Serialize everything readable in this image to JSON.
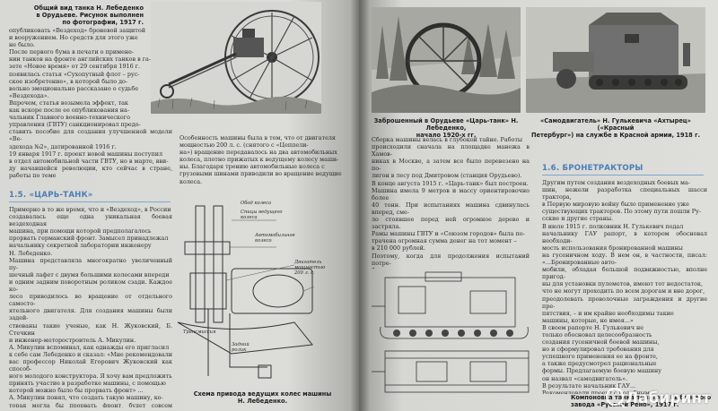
{
  "left": {
    "caption_top": "Общий вид танка Н. Лебеденко\nв Орудьеве. Рисунок выполнен\nпо фотографии, 1917 г.",
    "col1_top": "опубликовать «Вездеход» броневой защитой\nи вооружением. Но средств для этого уже\nне было.\n   После первого бума в печати о примене-\nнии танков на фронте английских танков в га-\nзете «Новое время» от 29 сентября 1916 г.\nпоявилась статья «Сухопутный флот – рус-\nское изобретение», в которой было до-\nвольно эмоционально рассказано о судьбе\n«Вездехода».\n   Впрочем, статья возымела эффект, так\nкак вскоре после ее опубликования на-\nчальник Главного военно-технического\nуправления (ГВТУ) санкционировал предо-\nставить пособие для создания улучшенной модели «Ве-\nздехода №2», датированной 1916 г.\n   19 января 1917 г. проект новой машины поступил\nв отдел автомобильной части ГВТУ, но в марте, вви-\nду начавшейся революции, кто сейчас в стране, работы по теме\nбыли прекращены.",
    "section_heading": "1.5. «ЦАРЬ-ТАНК»",
    "col1_bottom": "   Примерно в то же время, что и «Вездеход», в России\nсоздавалась еще одна уникальная боевая вездеходная\nмашина, при помощи которой предполагалось\nпрорвать германский фронт. Замысел принадлежал\nначальнику секретной лаборатории инженеру\nН. Лебеденко.\n   Машина представляла многократно увеличенный пу-\nшечный лафет с двумя большими колесами впереди\nи одним задним поворотным роликом сзади. Каждое ко-\nлесо приводилось во вращение от отдельного самосто-\nятельного двигателя. Для создания машины были задей-\nствованы такие ученые, как Н. Жуковский, Б. Стечкин\nи инженер-моторостроитель А. Микулин.\n   А. Микулин вспоминал, как однажды его пригласил\nк себе сам Лебеденко и сказал: «Мне рекомендовали\nвас профессор Николай Егорович Жуковский как способ-\nного молодого конструктора. Я хочу вам предложить\nпринять участие в разработке машины, с помощью\nкоторой можно было бы прорвать фронт» ...\n   А. Микулин понял, что создать такую машину, ко-\nторая могла бы прорвать фронт, будет совсем непросто.\nЛебеденко же предложил построить машину вроде\nтрехколесного велосипеда с двумя большими колесами...\n   При сравнении с пушкой оказалось, что кол-\nеса должны быть диаметром 9 м, иначе машина\nпросто не сможет преодолевать окопы. Было\nрешено, что колеса будут установлены на оси.\n   Н. Жуковский же расчет колес и машины, ра-\nботы по расчетам которого выполнил Стечкин.",
    "col2": "   Особенность машины была в том, что от двигателя\nмощностью 200 л. с. (снятого с «Цеппели-\nна») вращение передавалось на два автомобильных\nколеса, плотно прижатых к ведущему колесу маши-\nны. Благодаря трению автомобильные колеса с\nгрузовыми шинами приводили во вращение ведущие\nколеса.",
    "diagram_labels": {
      "rim": "Обод колеса",
      "spokes": "Спицы ведущего\nколеса",
      "tire": "Автомобильное\nколесо",
      "engine": "Двигатель\nмощностью\n200 л. с.",
      "chassis": "Трансмиссия",
      "tail": "Задний\nролик"
    },
    "caption_bottom": "Схема привода ведущих колес машины\nН. Лебеденко."
  },
  "right": {
    "photo1_caption": "Заброшенный в Орудьеве «Царь-танк» Н. Лебеденко,\nначало 1920-х гг.",
    "photo2_caption": "«Самодвигатель» Н. Гулькевича «Ахтырец» («Красный\nПетербург») на службе в Красной армии, 1918 г.",
    "col1": "   Сборка машины велась в глубокой тайне. Работы\nпроисходили сначала на площадке манежа в Хамов-\nниках в Москве, а затем все было перевезено на по-\nлигон в лесу под Дмитровом (станция Орудьево).\nВ конце августа 1915 г. «Царь-танк» был построен.\nМашина имела 9 метров и массу ориентировочно более\n40 тонн. При испытаниях машина сдвинулась вперед, сме-\nло стоявшее перед ней огромное дерево и застряла.\nРамы машины ГВТУ и «Союзом городов» была по-\nтрачена огромная сумма денег на тот момент –\nв 210 000 рублей.\n   Поэтому, когда для продолжения испытаний потре-\nбовалось увеличить диаметр заднего колеса, техниче-\nская комиссия, сделанная для увеличения этой маши-\nны отпустила дополнительные средства, так более\nчто размеры машины предполагали ее большую уяз-\nвимость от артиллерийского огня противника. По-\nзднее о машине пропал, и она осталась стоять в лесу\nдо 1923 г., когда она была разобрана на металлолом.",
    "section_heading": "1.6. БРОНЕТРАКТОРЫ",
    "col2": "   Другим путем создания вездеходных боевых ма-\nшин, нежели разработка специальных шасси трактора,\nв Первую мировую войну было применение уже\nсуществующих тракторов. По этому пути пошли Ру-\nсские и другие страны.\n   В июле 1915 г. полковник Н. Гулькевич подал\nначальнику ГАУ рапорт, в котором обосновал необходи-\nмость использования бронированной машины\nна гусеничном ходу. В нем он, в частности, писал: «...Бронированные авто-\nмобили, обладая большой подвижностью, вполне пригод-\nны для установки пулеметов, имеют тот недостаток,\nчто не могут проходить по всем дорогам и вне дорог,\nпреодолевать проволочные заграждения и другие пре-\nпятствия, – и им крайне необходимы такие\nмашины, которые, не имея...»\n   В своем рапорте Н. Гулькевич не\nтолько обосновал целесообразность\nсоздания гусеничной боевой машины,\nно и сформулировал требования для\nуспешного применения ее на фронте,\nа также предусмотрел рациональные\nформы. Предлагаемую боевую машину\nон назвал «самодвигатель».\n   В результате начальник ГАУ...\n   Рекомендовали проект с подобным\nпредложением, а он писал, что «Если опыты дадут\nположительные результаты, то машина\nможет быть рекомендована к массовому\nпроизводству для армии».",
    "diagram_caption": "Компоновка танка-трактора Рыбинского\nзавода «Русский Рено», 1917 г."
  },
  "watermark": {
    "text": "Лабиринт"
  }
}
